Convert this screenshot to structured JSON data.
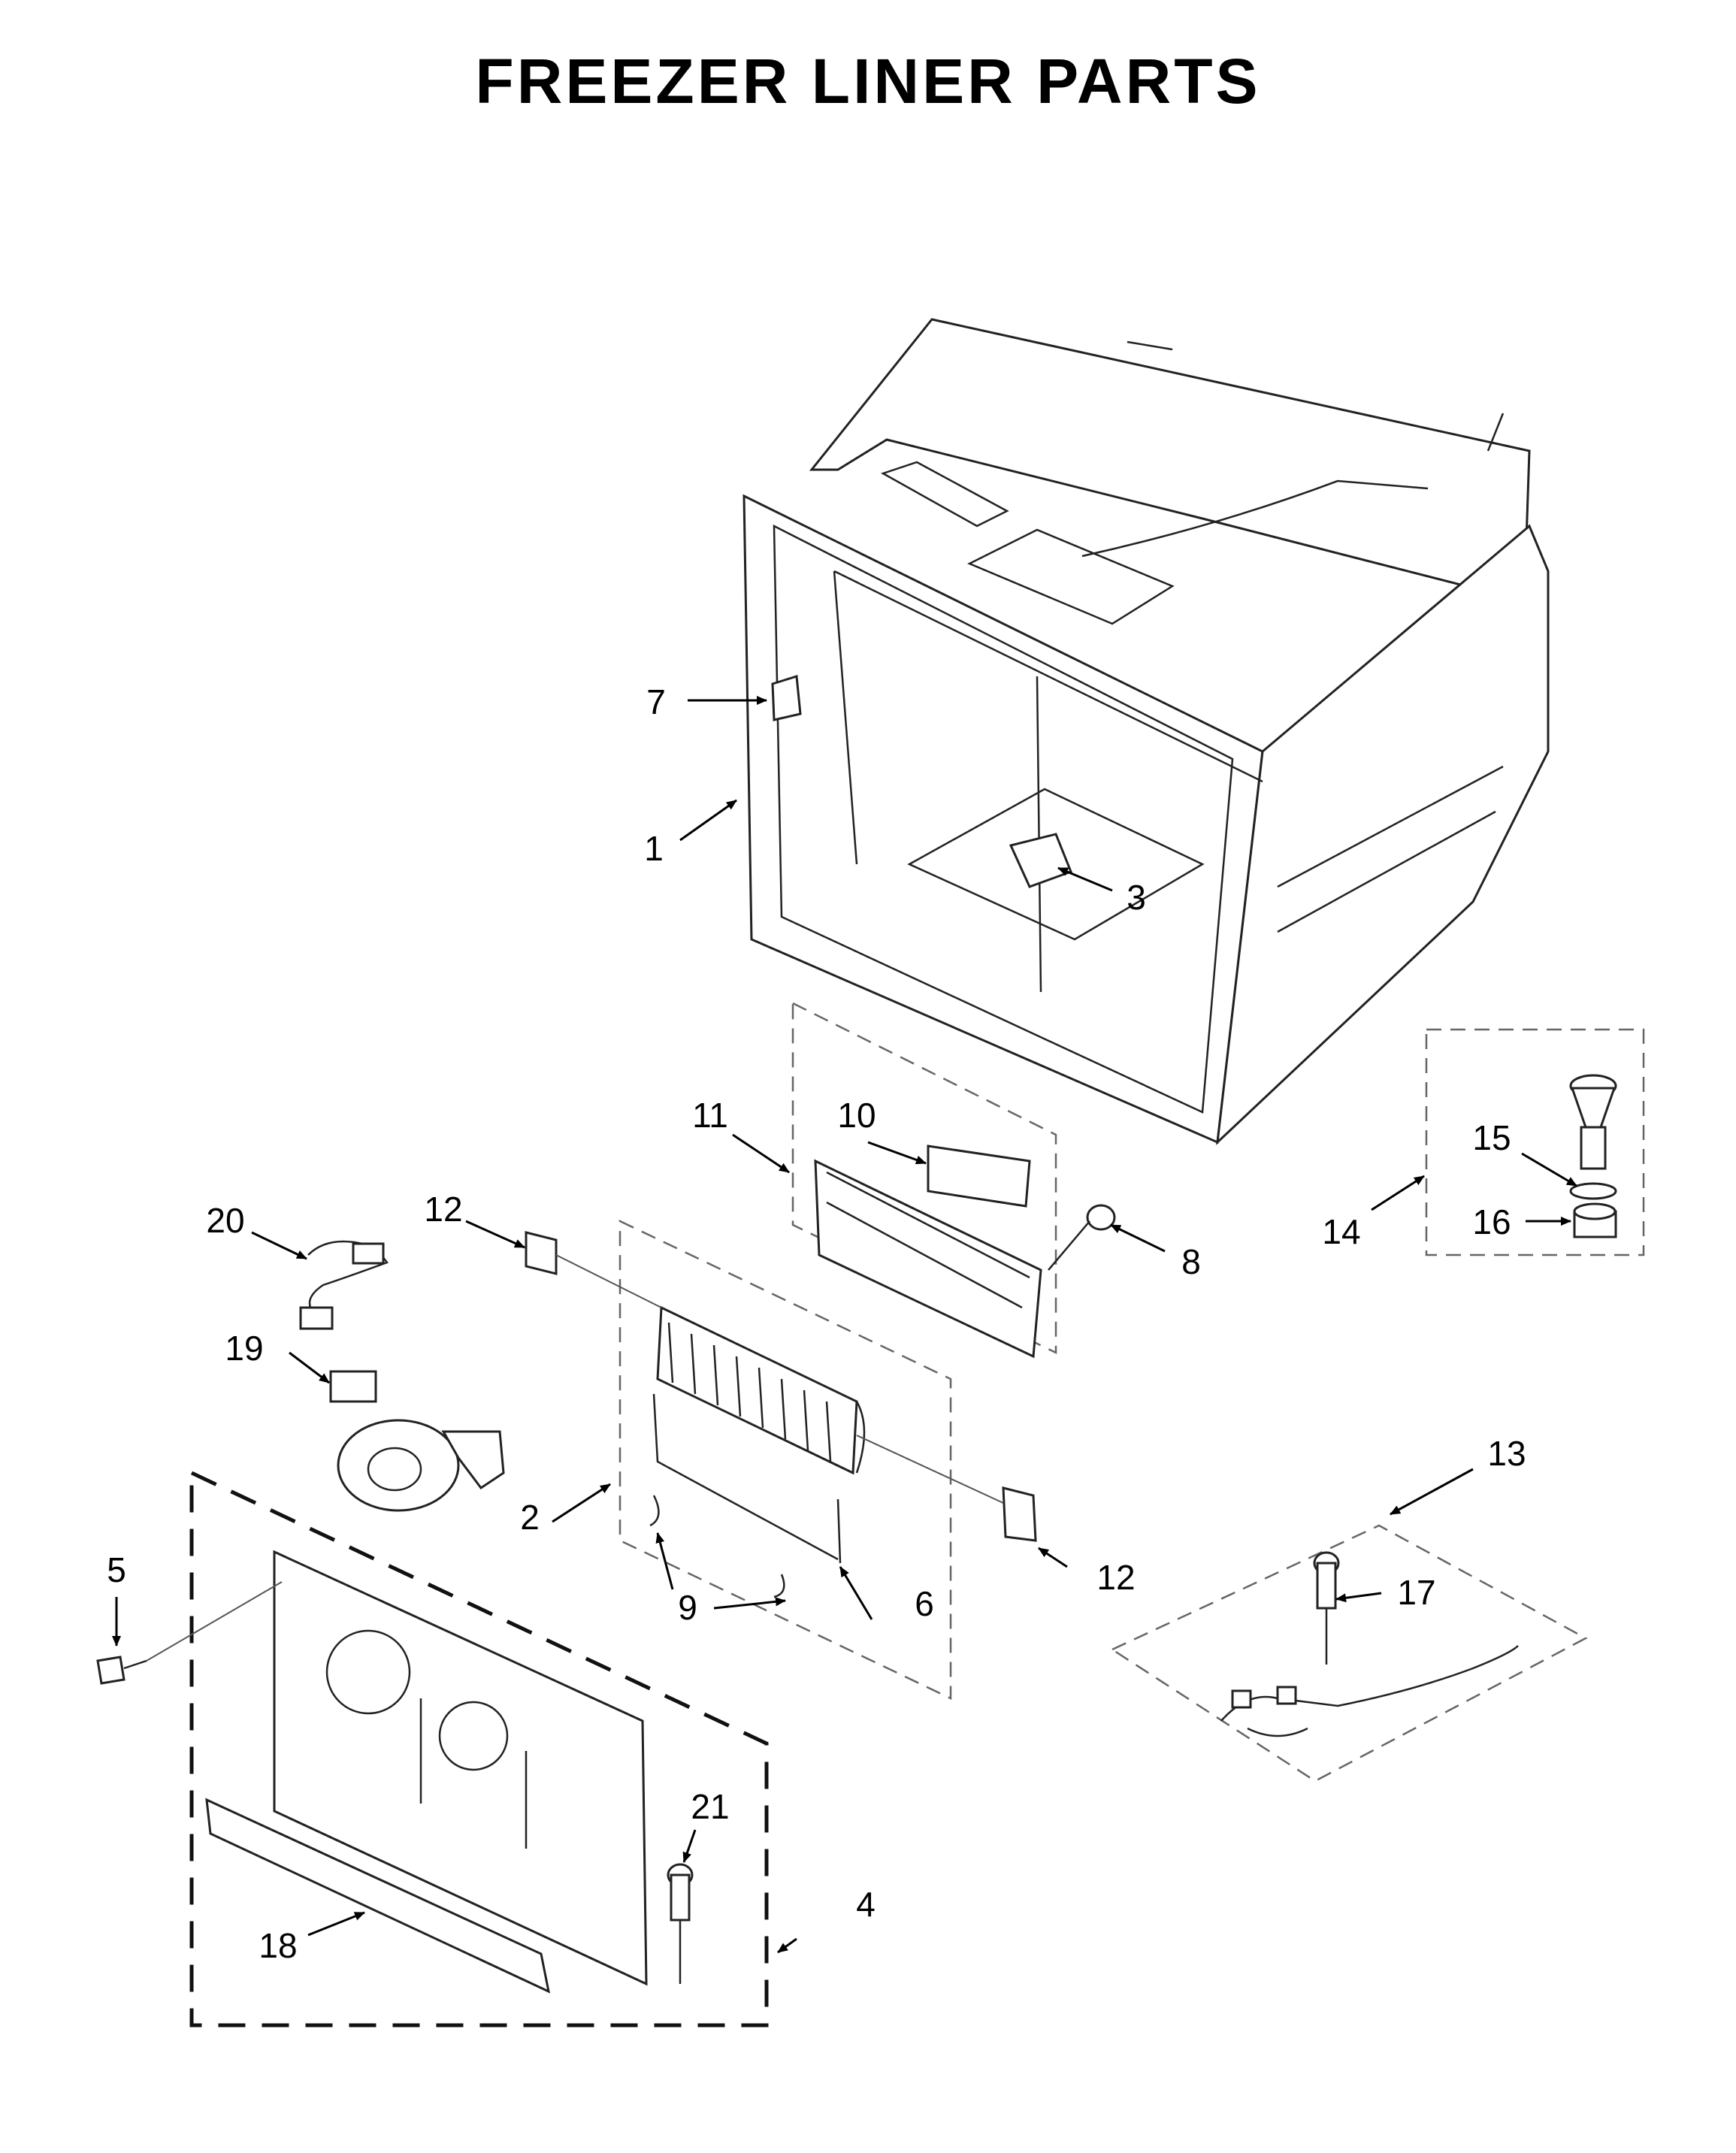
{
  "title": "FREEZER LINER PARTS",
  "callouts": [
    "1",
    "2",
    "3",
    "4",
    "5",
    "6",
    "7",
    "8",
    "9",
    "10",
    "11",
    "12",
    "12",
    "13",
    "14",
    "15",
    "16",
    "17",
    "18",
    "19",
    "20",
    "21"
  ]
}
